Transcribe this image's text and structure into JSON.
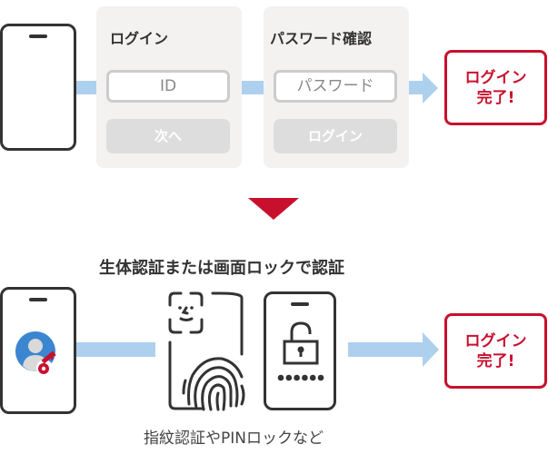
{
  "top_flow": {
    "step1": {
      "title": "ログイン",
      "field_placeholder": "ID",
      "button_label": "次へ"
    },
    "step2": {
      "title": "パスワード確認",
      "field_placeholder": "パスワード",
      "button_label": "ログイン"
    },
    "result": {
      "line1": "ログイン",
      "line2": "完了!"
    }
  },
  "bottom_flow": {
    "heading": "生体認証または画面ロックで認証",
    "caption": "指紋認証やPINロックなど",
    "result": {
      "line1": "ログイン",
      "line2": "完了!"
    }
  },
  "icons": {
    "phone": "smartphone-icon",
    "user_key": "user-key-icon",
    "face_id": "face-recognition-icon",
    "fingerprint": "fingerprint-icon",
    "lock": "padlock-icon",
    "arrow_right": "arrow-right-icon",
    "arrow_down": "triangle-down-icon"
  },
  "colors": {
    "accent_red": "#c8102e",
    "connector_blue": "#aed0ef",
    "panel_gray": "#f3f2f0",
    "outline_dark": "#333333",
    "avatar_blue": "#3a86d0"
  }
}
